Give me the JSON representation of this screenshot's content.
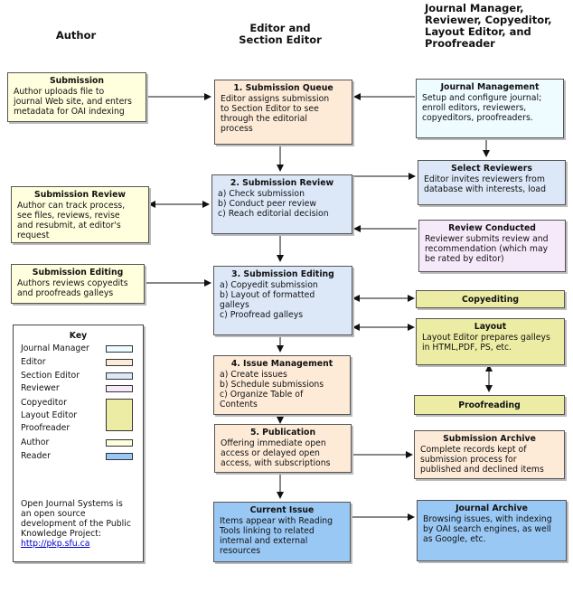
{
  "columns": {
    "author": "Author",
    "editor": [
      "Editor and",
      "Section Editor"
    ],
    "manager": [
      "Journal Manager,",
      "Reviewer, Copyeditor,",
      "Layout Editor, and",
      "Proofreader"
    ]
  },
  "boxes": {
    "submission": {
      "title": "Submission",
      "lines": [
        "Author uploads file to",
        "journal Web site, and enters",
        "metadata for OAI indexing"
      ]
    },
    "submission_queue": {
      "title": "1. Submission Queue",
      "lines": [
        "Editor assigns submission",
        "to Section Editor to see",
        "through the editorial",
        "process"
      ]
    },
    "journal_management": {
      "title": "Journal Management",
      "lines": [
        "Setup and configure journal;",
        "enroll editors, reviewers,",
        "copyeditors, proofreaders."
      ]
    },
    "submission_review": {
      "title": "2. Submission Review",
      "lines": [
        "a) Check submission",
        "b) Conduct peer review",
        "c) Reach editorial decision"
      ]
    },
    "select_reviewers": {
      "title": "Select Reviewers",
      "lines": [
        "Editor invites reviewers from",
        "database with interests, load"
      ]
    },
    "author_submission_review": {
      "title": "Submission Review",
      "lines": [
        "Author can track process,",
        "see files, reviews, revise",
        "and resubmit, at editor's",
        "request"
      ]
    },
    "review_conducted": {
      "title": "Review Conducted",
      "lines": [
        "Reviewer submits review and",
        "recommendation (which may",
        "be rated by editor)"
      ]
    },
    "author_submission_editing": {
      "title": "Submission Editing",
      "lines": [
        "Authors reviews copyedits",
        "and proofreads galleys"
      ]
    },
    "submission_editing": {
      "title": "3. Submission Editing",
      "lines": [
        "a) Copyedit submission",
        "b) Layout of formatted",
        "galleys",
        "c) Proofread galleys"
      ]
    },
    "copyediting": {
      "title": "Copyediting",
      "lines": []
    },
    "layout": {
      "title": "Layout",
      "lines": [
        "Layout Editor prepares galleys",
        "in HTML,PDF, PS, etc."
      ]
    },
    "issue_management": {
      "title": "4. Issue Management",
      "lines": [
        "a) Create issues",
        "b) Schedule submissions",
        "c) Organize Table of",
        "Contents"
      ]
    },
    "proofreading": {
      "title": "Proofreading",
      "lines": []
    },
    "publication": {
      "title": "5. Publication",
      "lines": [
        "Offering immediate open",
        "access or delayed open",
        "access, with subscriptions"
      ]
    },
    "submission_archive": {
      "title": "Submission Archive",
      "lines": [
        "Complete records kept of",
        "submission process for",
        "published and declined items"
      ]
    },
    "current_issue": {
      "title": "Current Issue",
      "lines": [
        "Items appear with Reading",
        "Tools linking to related",
        "internal and external",
        "resources"
      ]
    },
    "journal_archive": {
      "title": "Journal Archive",
      "lines": [
        "Browsing issues, with indexing",
        "by OAI search engines, as well",
        "as Google, etc."
      ]
    }
  },
  "key": {
    "title": "Key",
    "items": [
      {
        "label": "Journal Manager",
        "color": "#eefbff"
      },
      {
        "label": "Editor",
        "color": "#fdebd8"
      },
      {
        "label": "Section Editor",
        "color": "#dce8f8"
      },
      {
        "label": "Reviewer",
        "color": "#f6eafa"
      },
      {
        "label": "Copyeditor",
        "color": "#ececa4"
      },
      {
        "label": "Layout Editor",
        "color": "#ececa4"
      },
      {
        "label": "Proofreader",
        "color": "#ececa4"
      },
      {
        "label": "Author",
        "color": "#ffffdd"
      },
      {
        "label": "Reader",
        "color": "#99c8f4"
      }
    ],
    "note": [
      "Open Journal Systems is",
      "an open source",
      "development of the Public",
      "Knowledge Project:"
    ],
    "link": "http://pkp.sfu.ca"
  }
}
